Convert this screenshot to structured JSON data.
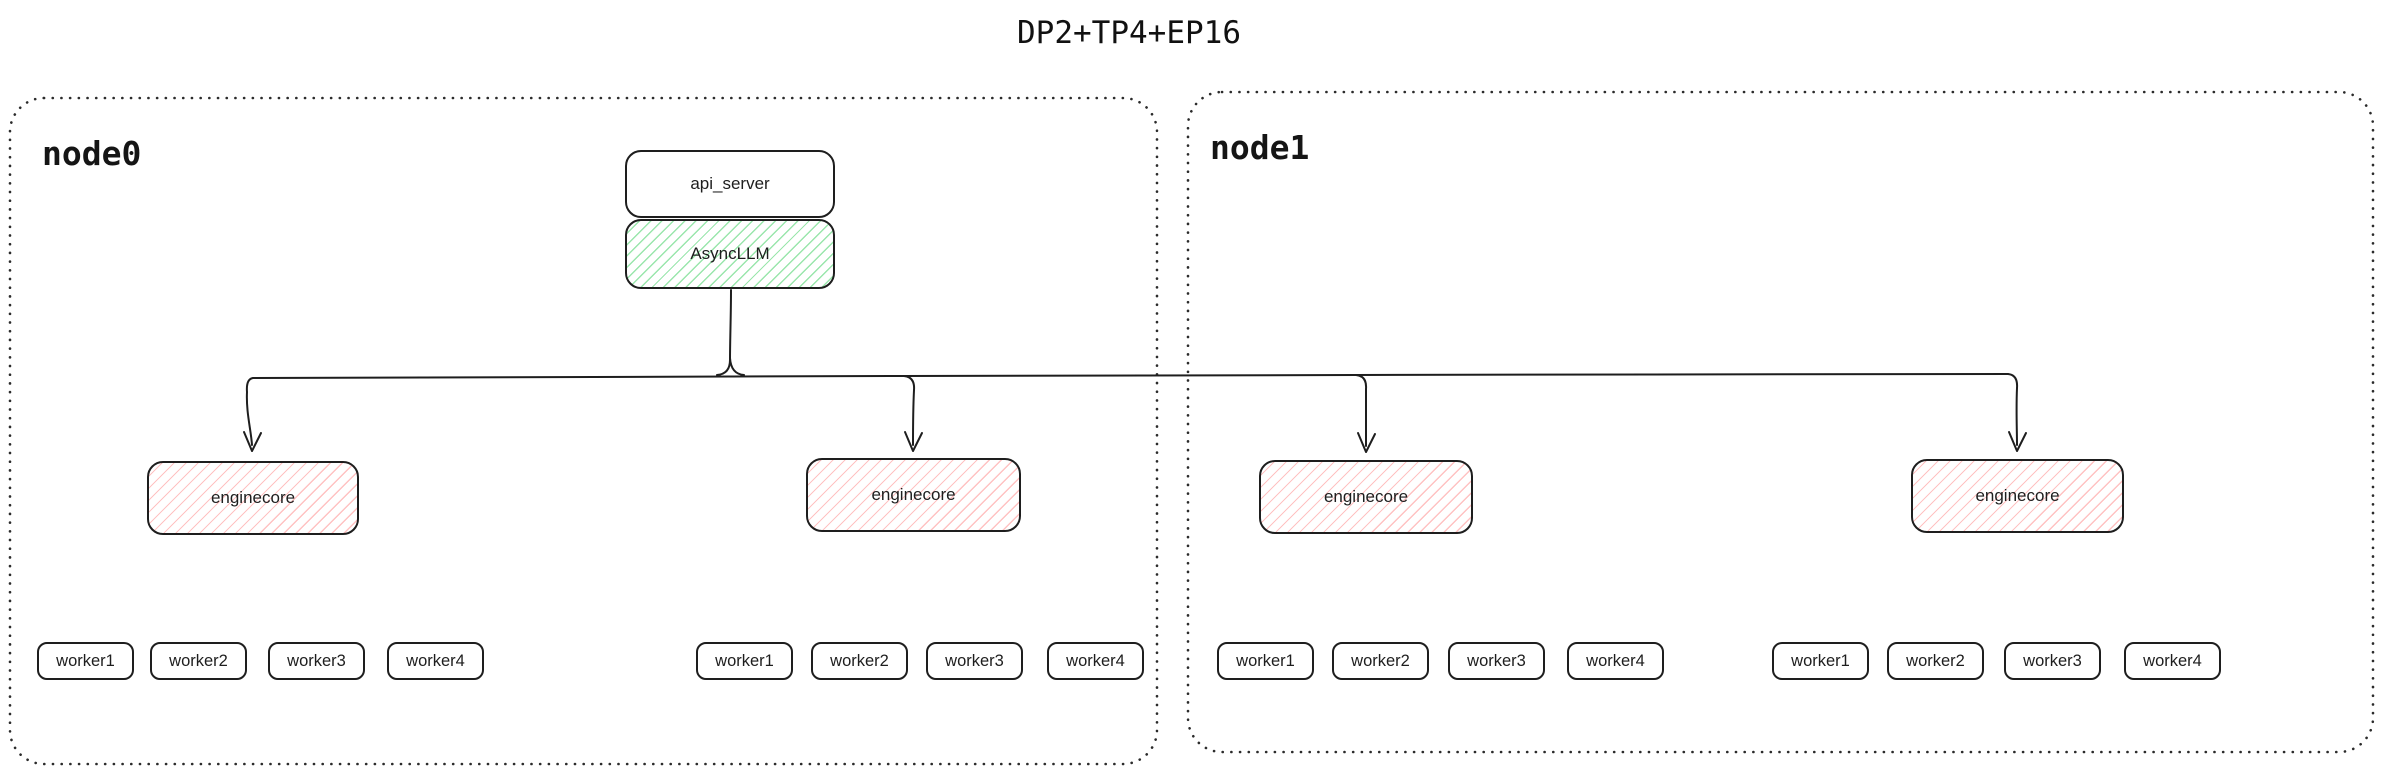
{
  "title": "DP2+TP4+EP16",
  "nodes": [
    {
      "label": "node0"
    },
    {
      "label": "node1"
    }
  ],
  "api_server": {
    "label": "api_server"
  },
  "async_llm": {
    "label": "AsyncLLM"
  },
  "enginecores": [
    {
      "label": "enginecore"
    },
    {
      "label": "enginecore"
    },
    {
      "label": "enginecore"
    },
    {
      "label": "enginecore"
    }
  ],
  "worker_groups": [
    {
      "workers": [
        "worker1",
        "worker2",
        "worker3",
        "worker4"
      ]
    },
    {
      "workers": [
        "worker1",
        "worker2",
        "worker3",
        "worker4"
      ]
    },
    {
      "workers": [
        "worker1",
        "worker2",
        "worker3",
        "worker4"
      ]
    },
    {
      "workers": [
        "worker1",
        "worker2",
        "worker3",
        "worker4"
      ]
    }
  ],
  "colors": {
    "stroke": "#1e1e1e",
    "green_hatch": "#9ae6ac",
    "red_hatch": "#ffc2c2"
  }
}
